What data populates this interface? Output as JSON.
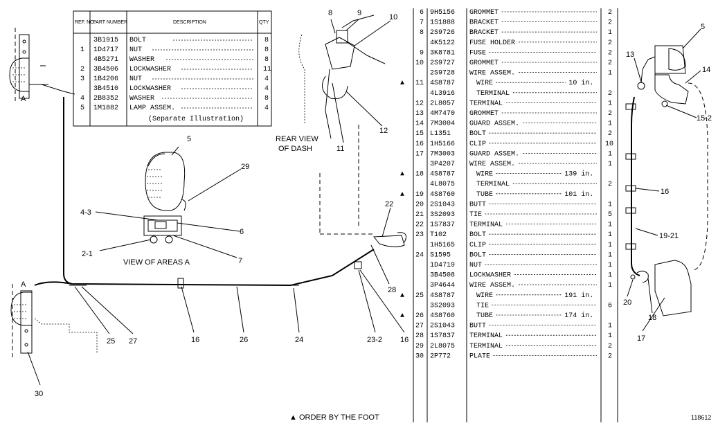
{
  "table_left": {
    "headers": [
      "REF. NO.",
      "PART NUMBER",
      "DESCRIPTION",
      "QTY"
    ],
    "rows": [
      {
        "ref": "",
        "part": "3B1915",
        "desc": "BOLT",
        "qty": "8"
      },
      {
        "ref": "1",
        "part": "1D4717",
        "desc": "NUT",
        "qty": "8"
      },
      {
        "ref": "",
        "part": "4B5271",
        "desc": "WASHER",
        "qty": "8"
      },
      {
        "ref": "2",
        "part": "3B4506",
        "desc": "LOCKWASHER",
        "qty": "11"
      },
      {
        "ref": "3",
        "part": "1B4206",
        "desc": "NUT",
        "qty": "4"
      },
      {
        "ref": "",
        "part": "3B4510",
        "desc": "LOCKWASHER",
        "qty": "4"
      },
      {
        "ref": "4",
        "part": "2B8352",
        "desc": "WASHER",
        "qty": "8"
      },
      {
        "ref": "5",
        "part": "1M1882",
        "desc": "LAMP ASSEM.",
        "qty": "4"
      }
    ],
    "note": "(Separate Illustration)"
  },
  "table_right": {
    "rows": [
      {
        "mark": "",
        "ref": "6",
        "part": "9H5156",
        "desc": "GROMMET",
        "len": "",
        "qty": "2"
      },
      {
        "mark": "",
        "ref": "7",
        "part": "1S1888",
        "desc": "BRACKET",
        "len": "",
        "qty": "2"
      },
      {
        "mark": "",
        "ref": "8",
        "part": "2S9726",
        "desc": "BRACKET",
        "len": "",
        "qty": "1"
      },
      {
        "mark": "",
        "ref": "",
        "part": "4K5122",
        "desc": "FUSE HOLDER",
        "len": "",
        "qty": "2"
      },
      {
        "mark": "",
        "ref": "9",
        "part": "3K8781",
        "desc": "FUSE",
        "len": "",
        "qty": "2"
      },
      {
        "mark": "",
        "ref": "10",
        "part": "2S9727",
        "desc": "GROMMET",
        "len": "",
        "qty": "2"
      },
      {
        "mark": "",
        "ref": "",
        "part": "2S9728",
        "desc": "WIRE ASSEM.",
        "len": "",
        "qty": "1"
      },
      {
        "mark": "▲",
        "ref": "11",
        "part": "4S8787",
        "desc": "WIRE",
        "len": "10 in.",
        "qty": ""
      },
      {
        "mark": "",
        "ref": "",
        "part": "4L3916",
        "desc": "TERMINAL",
        "len": "",
        "qty": "2"
      },
      {
        "mark": "",
        "ref": "12",
        "part": "2L8057",
        "desc": "TERMINAL",
        "len": "",
        "qty": "1"
      },
      {
        "mark": "",
        "ref": "13",
        "part": "4M7470",
        "desc": "GROMMET",
        "len": "",
        "qty": "2"
      },
      {
        "mark": "",
        "ref": "14",
        "part": "7M3004",
        "desc": "GUARD ASSEM.",
        "len": "",
        "qty": "1"
      },
      {
        "mark": "",
        "ref": "15",
        "part": "L1351",
        "desc": "BOLT",
        "len": "",
        "qty": "2"
      },
      {
        "mark": "",
        "ref": "16",
        "part": "1H5166",
        "desc": "CLIP",
        "len": "",
        "qty": "10"
      },
      {
        "mark": "",
        "ref": "17",
        "part": "7M3003",
        "desc": "GUARD ASSEM.",
        "len": "",
        "qty": "1"
      },
      {
        "mark": "",
        "ref": "",
        "part": "3P4207",
        "desc": "WIRE ASSEM.",
        "len": "",
        "qty": "1"
      },
      {
        "mark": "▲",
        "ref": "18",
        "part": "4S8787",
        "desc": "WIRE",
        "len": "139 in.",
        "qty": ""
      },
      {
        "mark": "",
        "ref": "",
        "part": "4L8075",
        "desc": "TERMINAL",
        "len": "",
        "qty": "2"
      },
      {
        "mark": "▲",
        "ref": "19",
        "part": "4S8760",
        "desc": "TUBE",
        "len": "101 in.",
        "qty": ""
      },
      {
        "mark": "",
        "ref": "20",
        "part": "2S1043",
        "desc": "BUTT",
        "len": "",
        "qty": "1"
      },
      {
        "mark": "",
        "ref": "21",
        "part": "3S2093",
        "desc": "TIE",
        "len": "",
        "qty": "5"
      },
      {
        "mark": "",
        "ref": "22",
        "part": "1S7837",
        "desc": "TERMINAL",
        "len": "",
        "qty": "1"
      },
      {
        "mark": "",
        "ref": "23",
        "part": "T102",
        "desc": "BOLT",
        "len": "",
        "qty": "1"
      },
      {
        "mark": "",
        "ref": "",
        "part": "1H5165",
        "desc": "CLIP",
        "len": "",
        "qty": "1"
      },
      {
        "mark": "",
        "ref": "24",
        "part": "S1595",
        "desc": "BOLT",
        "len": "",
        "qty": "1"
      },
      {
        "mark": "",
        "ref": "",
        "part": "1D4719",
        "desc": "NUT",
        "len": "",
        "qty": "1"
      },
      {
        "mark": "",
        "ref": "",
        "part": "3B4508",
        "desc": "LOCKWASHER",
        "len": "",
        "qty": "1"
      },
      {
        "mark": "",
        "ref": "",
        "part": "3P4644",
        "desc": "WIRE ASSEM.",
        "len": "",
        "qty": "1"
      },
      {
        "mark": "▲",
        "ref": "25",
        "part": "4S8787",
        "desc": "WIRE",
        "len": "191 in.",
        "qty": ""
      },
      {
        "mark": "",
        "ref": "",
        "part": "3S2093",
        "desc": "TIE",
        "len": "",
        "qty": "6"
      },
      {
        "mark": "▲",
        "ref": "26",
        "part": "4S8760",
        "desc": "TUBE",
        "len": "174 in.",
        "qty": ""
      },
      {
        "mark": "",
        "ref": "27",
        "part": "2S1043",
        "desc": "BUTT",
        "len": "",
        "qty": "1"
      },
      {
        "mark": "",
        "ref": "28",
        "part": "1S7837",
        "desc": "TERMINAL",
        "len": "",
        "qty": "1"
      },
      {
        "mark": "",
        "ref": "29",
        "part": "2L8075",
        "desc": "TERMINAL",
        "len": "",
        "qty": "2"
      },
      {
        "mark": "",
        "ref": "30",
        "part": "2P772",
        "desc": "PLATE",
        "len": "",
        "qty": "2"
      }
    ]
  },
  "callouts": {
    "c5a": "5",
    "c29": "29",
    "c43": "4-3",
    "c6": "6",
    "c21": "2-1",
    "c7": "7",
    "view_areas": "VIEW OF AREAS A",
    "c8": "8",
    "c9": "9",
    "c10": "10",
    "c11": "11",
    "c12": "12",
    "rear_view_1": "REAR VIEW",
    "rear_view_2": "OF DASH",
    "c22": "22",
    "c28": "28",
    "c232": "23-2",
    "c16a": "16",
    "c16b": "16",
    "c24": "24",
    "c26": "26",
    "c25": "25",
    "c27": "27",
    "c30": "30",
    "areaA1": "A",
    "areaA2": "A",
    "c5b": "5",
    "c13": "13",
    "c14": "14",
    "c152": "15-2",
    "c16c": "16",
    "c1921": "19-21",
    "c20": "20",
    "c18": "18",
    "c17": "17"
  },
  "footer": {
    "note": "▲ ORDER BY THE FOOT",
    "drawing_no": "118612"
  }
}
